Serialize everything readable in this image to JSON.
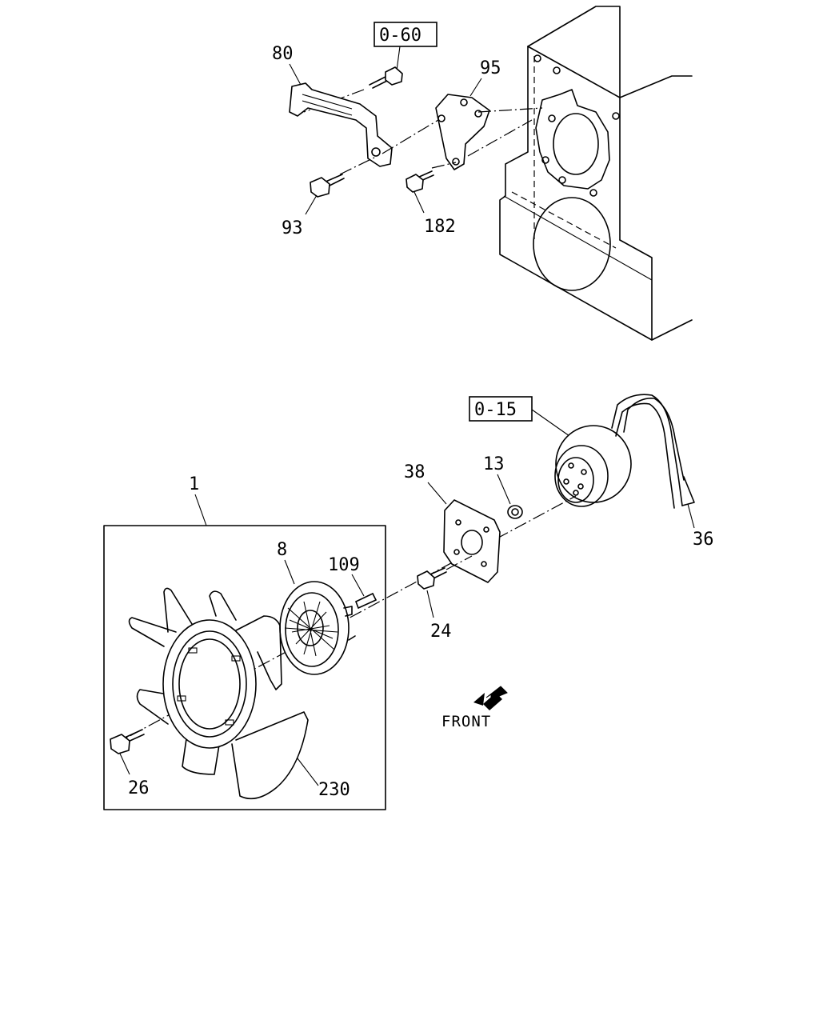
{
  "diagram": {
    "upper_assembly": {
      "ref_box": "0-60",
      "callouts": {
        "bracket": "80",
        "plate": "95",
        "bolt_left": "93",
        "bolt_right": "182"
      }
    },
    "lower_assembly": {
      "ref_box": "0-15",
      "callouts": {
        "fan_assembly": "1",
        "clutch": "8",
        "stud": "109",
        "spacer_plate": "38",
        "nut": "13",
        "bolt_plate": "24",
        "belt": "36",
        "bolt_fan": "26",
        "fan": "230"
      }
    },
    "direction_label": "FRONT"
  }
}
